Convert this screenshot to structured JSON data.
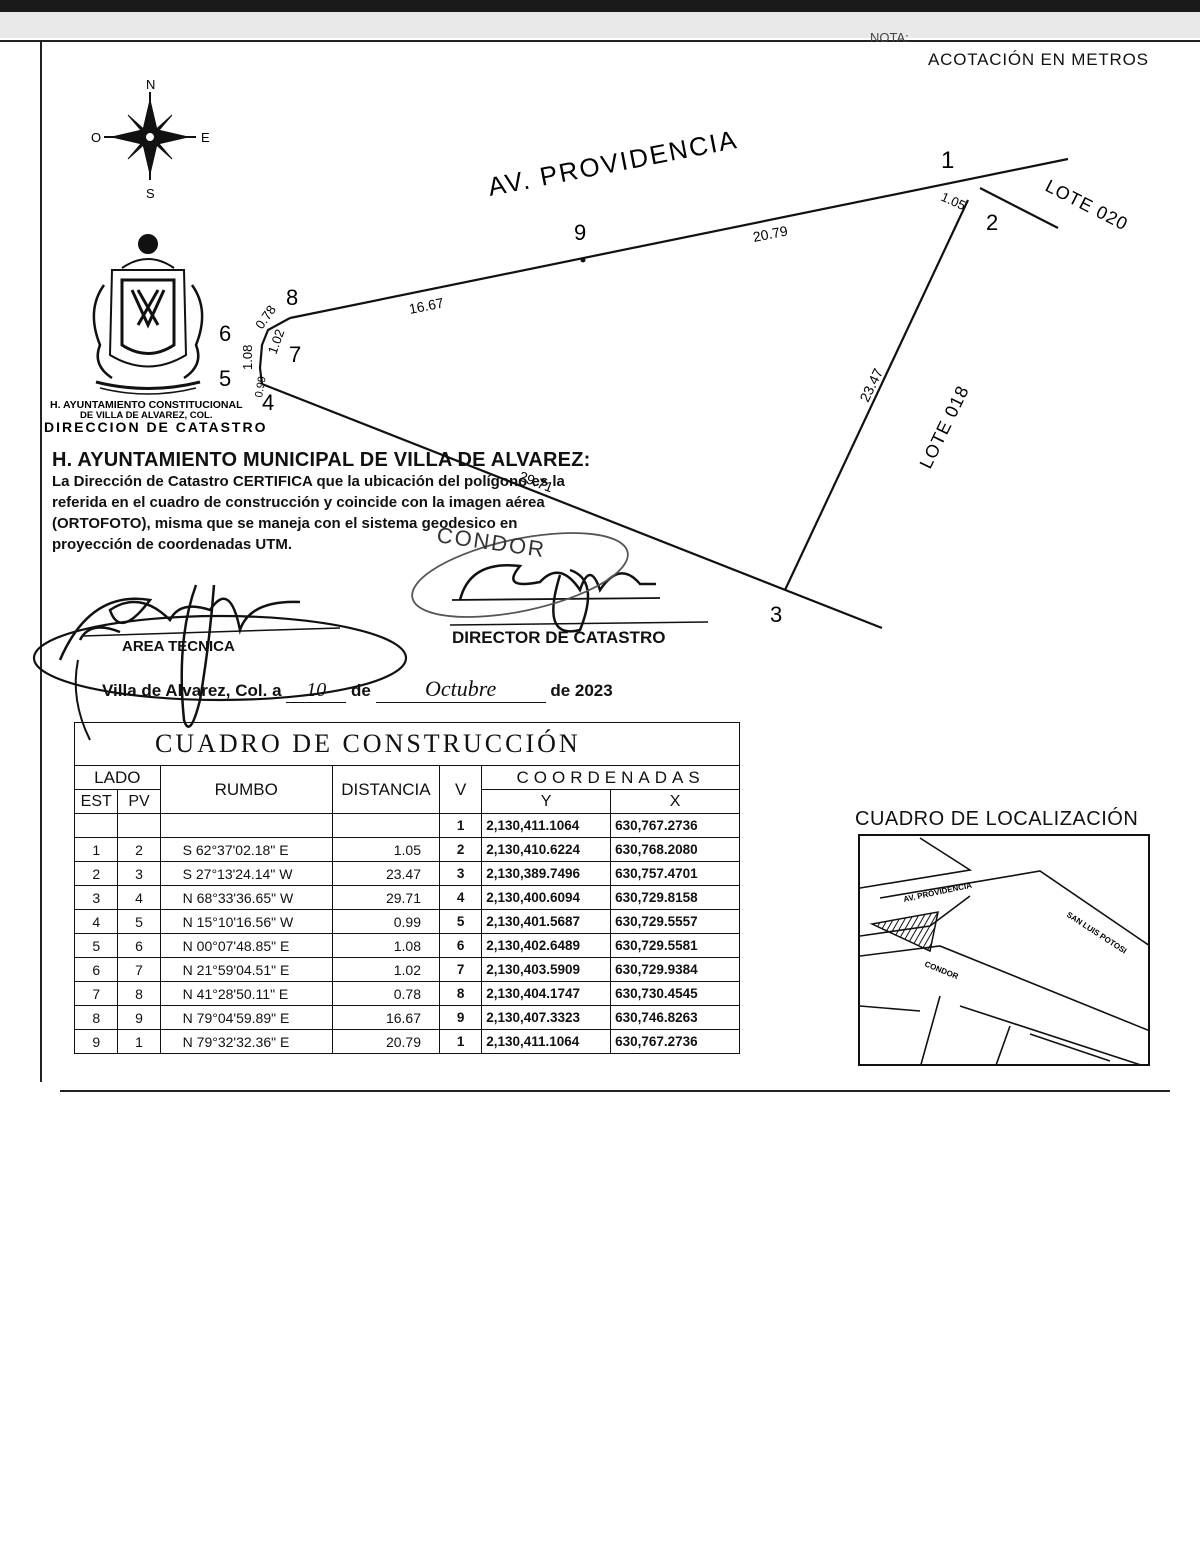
{
  "note": {
    "nota": "NOTA:",
    "acotacion": "ACOTACIÓN EN METROS"
  },
  "compass": {
    "n": "N",
    "s": "S",
    "e": "E",
    "o": "O"
  },
  "plan": {
    "street": "AV. PROVIDENCIA",
    "lote_020": "LOTE 020",
    "lote_018": "LOTE 018",
    "vertices": [
      "1",
      "2",
      "3",
      "4",
      "5",
      "6",
      "7",
      "8",
      "9"
    ],
    "distances": {
      "d12": "1.05",
      "d23": "23.47",
      "d34": "29.71",
      "d45": "0.99",
      "d56": "1.08",
      "d67": "1.02",
      "d78": "0.78",
      "d89": "16.67",
      "d91": "20.79"
    }
  },
  "seal": {
    "line1": "H. AYUNTAMIENTO CONSTITUCIONAL",
    "line2": "DE VILLA DE ALVAREZ, COL.",
    "line3": "DIRECCION DE CATASTRO"
  },
  "certificate": {
    "heading": "H. AYUNTAMIENTO MUNICIPAL DE VILLA DE ALVAREZ:",
    "line1": "La Dirección de Catastro CERTIFICA que la ubicación del polígono es la",
    "line2": "referida en el cuadro de construcción y coincide con la imagen aérea",
    "line3": "(ORTOFOTO), misma que se maneja con el sistema geodesico en",
    "line4": "proyección de coordenadas UTM.",
    "area_tecnica": "AREA TECNICA",
    "director": "DIRECTOR DE CATASTRO",
    "place_prefix": "Villa de Alvarez, Col. a",
    "day": "10",
    "de1": "de",
    "month": "Octubre",
    "year_prefix": "de 2023",
    "stamp_text": "CONDOR"
  },
  "table": {
    "title": "CUADRO DE CONSTRUCCIÓN",
    "headers": {
      "lado": "LADO",
      "est": "EST",
      "pv": "PV",
      "rumbo": "RUMBO",
      "distancia": "DISTANCIA",
      "v": "V",
      "coordenadas": "COORDENADAS",
      "y": "Y",
      "x": "X"
    },
    "first_row": {
      "v": "1",
      "y": "2,130,411.1064",
      "x": "630,767.2736"
    },
    "rows": [
      {
        "est": "1",
        "pv": "2",
        "rumbo": "S 62°37'02.18\" E",
        "dist": "1.05",
        "v": "2",
        "y": "2,130,410.6224",
        "x": "630,768.2080"
      },
      {
        "est": "2",
        "pv": "3",
        "rumbo": "S 27°13'24.14\" W",
        "dist": "23.47",
        "v": "3",
        "y": "2,130,389.7496",
        "x": "630,757.4701"
      },
      {
        "est": "3",
        "pv": "4",
        "rumbo": "N 68°33'36.65\" W",
        "dist": "29.71",
        "v": "4",
        "y": "2,130,400.6094",
        "x": "630,729.8158"
      },
      {
        "est": "4",
        "pv": "5",
        "rumbo": "N 15°10'16.56\" W",
        "dist": "0.99",
        "v": "5",
        "y": "2,130,401.5687",
        "x": "630,729.5557"
      },
      {
        "est": "5",
        "pv": "6",
        "rumbo": "N 00°07'48.85\" E",
        "dist": "1.08",
        "v": "6",
        "y": "2,130,402.6489",
        "x": "630,729.5581"
      },
      {
        "est": "6",
        "pv": "7",
        "rumbo": "N 21°59'04.51\" E",
        "dist": "1.02",
        "v": "7",
        "y": "2,130,403.5909",
        "x": "630,729.9384"
      },
      {
        "est": "7",
        "pv": "8",
        "rumbo": "N 41°28'50.11\" E",
        "dist": "0.78",
        "v": "8",
        "y": "2,130,404.1747",
        "x": "630,730.4545"
      },
      {
        "est": "8",
        "pv": "9",
        "rumbo": "N 79°04'59.89\" E",
        "dist": "16.67",
        "v": "9",
        "y": "2,130,407.3323",
        "x": "630,746.8263"
      },
      {
        "est": "9",
        "pv": "1",
        "rumbo": "N 79°32'32.36\" E",
        "dist": "20.79",
        "v": "1",
        "y": "2,130,411.1064",
        "x": "630,767.2736"
      }
    ]
  },
  "location": {
    "title": "CUADRO DE LOCALIZACIÓN",
    "av_providencia": "AV. PROVIDENCIA",
    "san_luis_potosi": "SAN LUIS POTOSI",
    "condor": "CONDOR"
  }
}
